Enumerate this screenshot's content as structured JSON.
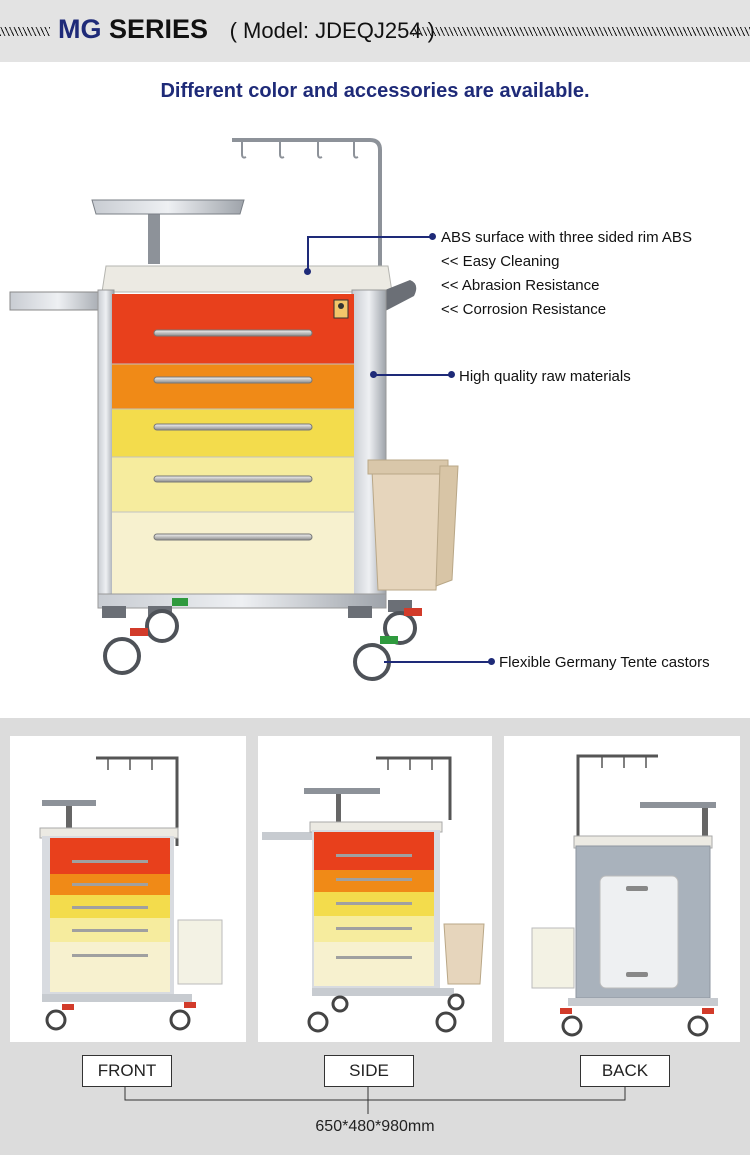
{
  "header": {
    "brand": "MG",
    "series": "SERIES",
    "model": "( Model: JDEQJ254 )"
  },
  "tagline": "Different color and accessories are available.",
  "callouts": [
    "ABS surface with three sided rim ABS",
    "<< Easy Cleaning",
    "<< Abrasion Resistance",
    "<< Corrosion Resistance",
    "High quality raw materials",
    "Flexible Germany Tente castors"
  ],
  "views": {
    "front": "FRONT",
    "side": "SIDE",
    "back": "BACK"
  },
  "dimensions": "650*480*980mm",
  "colors": {
    "accent": "#1e2a78",
    "drawers": [
      "#e8401c",
      "#f08a17",
      "#f3dc4c",
      "#f6ec9e",
      "#f7f1cf"
    ]
  }
}
